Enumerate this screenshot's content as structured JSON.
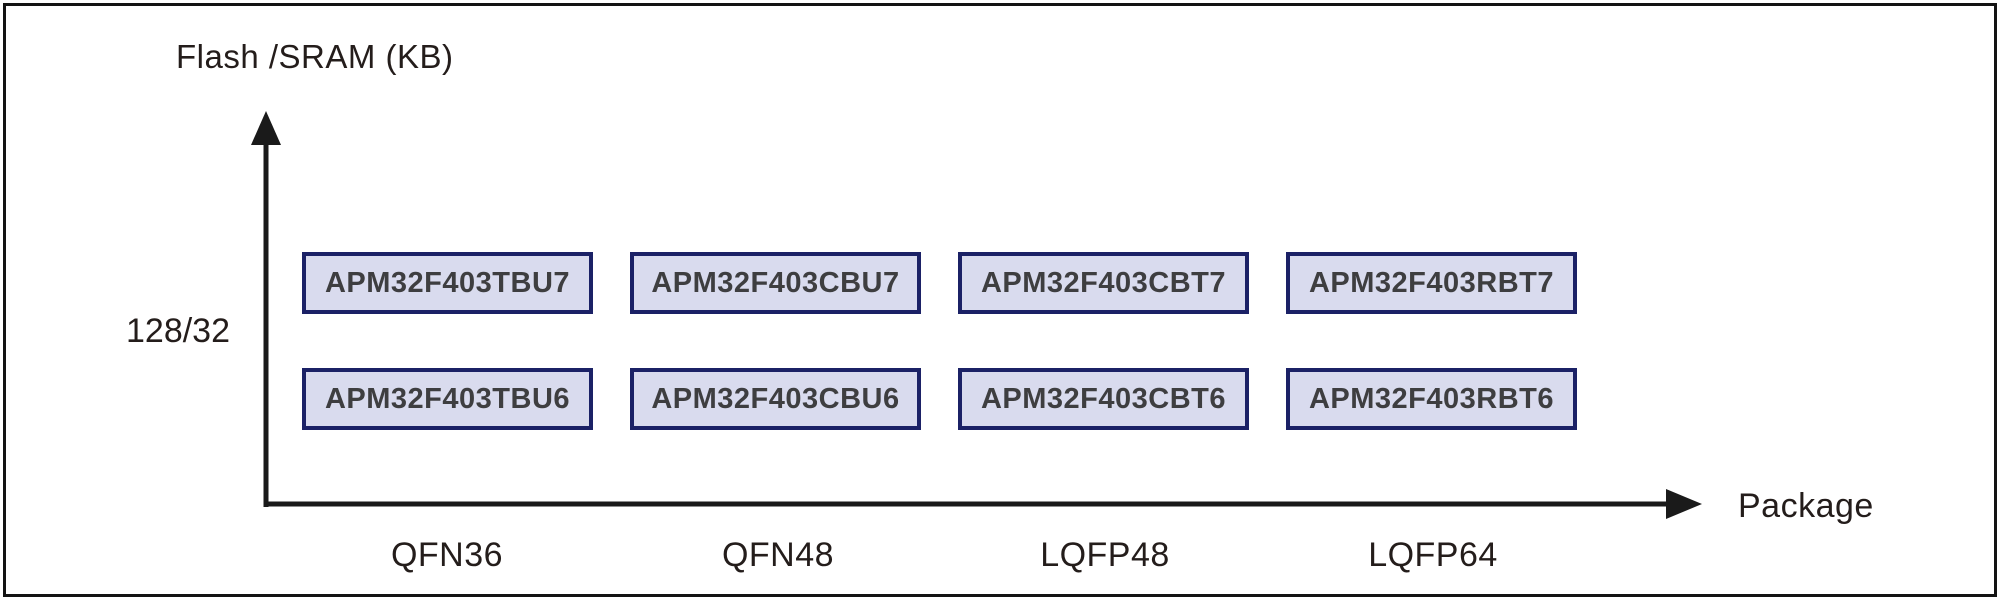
{
  "diagram": {
    "y_axis_title": "Flash /SRAM (KB)",
    "x_axis_title": "Package",
    "y_tick_label": "128/32",
    "packages": [
      "QFN36",
      "QFN48",
      "LQFP48",
      "LQFP64"
    ],
    "rows": [
      [
        "APM32F403TBU7",
        "APM32F403CBU7",
        "APM32F403CBT7",
        "APM32F403RBT7"
      ],
      [
        "APM32F403TBU6",
        "APM32F403CBU6",
        "APM32F403CBT6",
        "APM32F403RBT6"
      ]
    ],
    "colors": {
      "box_fill": "#d9dbee",
      "box_border": "#1b2166",
      "box_text": "#3e3e40",
      "label_text": "#241d1b",
      "axis": "#1a1a1a"
    }
  }
}
